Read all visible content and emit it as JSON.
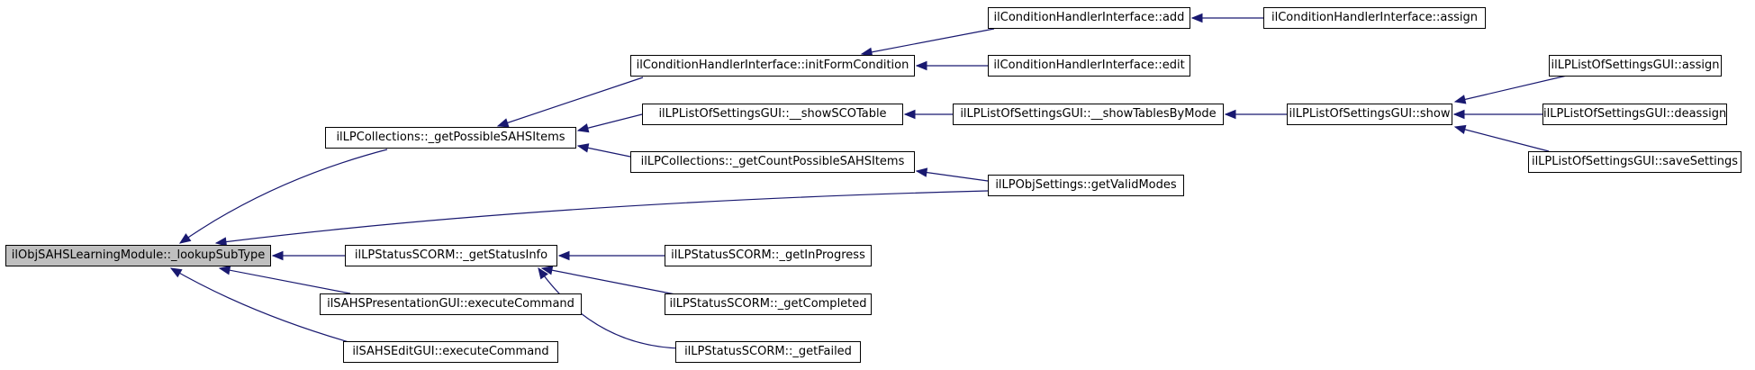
{
  "colors": {
    "edge": "#191970",
    "root_fill": "#bfbfbf",
    "node_fill": "#ffffff",
    "node_border": "#000000"
  },
  "nodes": {
    "lookup_subtype": "ilObjSAHSLearningModule::_lookupSubType",
    "get_possible_sahs_items": "ilLPCollections::_getPossibleSAHSItems",
    "init_form_condition": "ilConditionHandlerInterface::initFormCondition",
    "condition_add": "ilConditionHandlerInterface::add",
    "condition_assign": "ilConditionHandlerInterface::assign",
    "condition_edit": "ilConditionHandlerInterface::edit",
    "show_sco_table": "ilLPListOfSettingsGUI::__showSCOTable",
    "show_tables_by_mode": "ilLPListOfSettingsGUI::__showTablesByMode",
    "settings_show": "ilLPListOfSettingsGUI::show",
    "settings_assign": "ilLPListOfSettingsGUI::assign",
    "settings_deassign": "ilLPListOfSettingsGUI::deassign",
    "settings_save": "ilLPListOfSettingsGUI::saveSettings",
    "get_count_possible": "ilLPCollections::_getCountPossibleSAHSItems",
    "get_valid_modes": "ilLPObjSettings::getValidModes",
    "get_status_info": "ilLPStatusSCORM::_getStatusInfo",
    "get_in_progress": "ilLPStatusSCORM::_getInProgress",
    "get_completed": "ilLPStatusSCORM::_getCompleted",
    "get_failed": "ilLPStatusSCORM::_getFailed",
    "presentation_execute": "ilSAHSPresentationGUI::executeCommand",
    "edit_execute": "ilSAHSEditGUI::executeCommand"
  }
}
